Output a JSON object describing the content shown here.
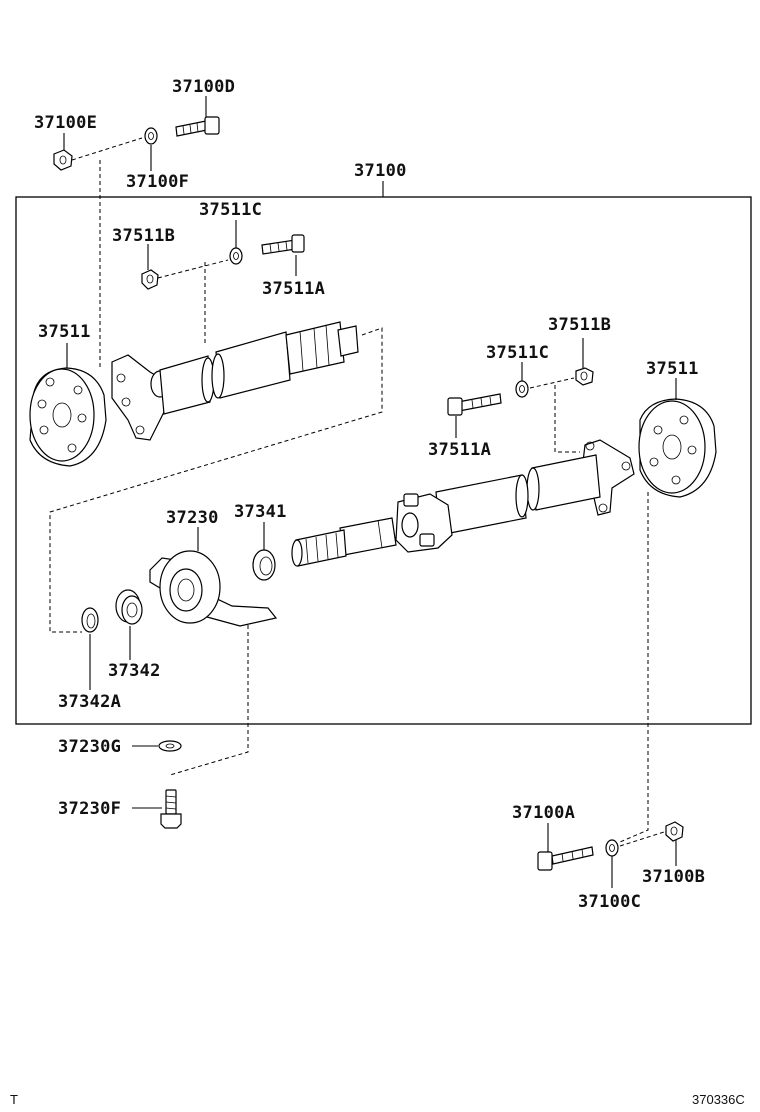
{
  "labels": {
    "p37100D": "37100D",
    "p37100E": "37100E",
    "p37100F": "37100F",
    "p37100": "37100",
    "p37511C_top": "37511C",
    "p37511B_top": "37511B",
    "p37511A_top": "37511A",
    "p37511_left": "37511",
    "p37511B_right": "37511B",
    "p37511C_right": "37511C",
    "p37511_right": "37511",
    "p37511A_right": "37511A",
    "p37230": "37230",
    "p37341": "37341",
    "p37342": "37342",
    "p37342A": "37342A",
    "p37230G": "37230G",
    "p37230F": "37230F",
    "p37100A": "37100A",
    "p37100B": "37100B",
    "p37100C": "37100C"
  },
  "footer": {
    "left_mark": "T",
    "figure_code": "370336C"
  }
}
